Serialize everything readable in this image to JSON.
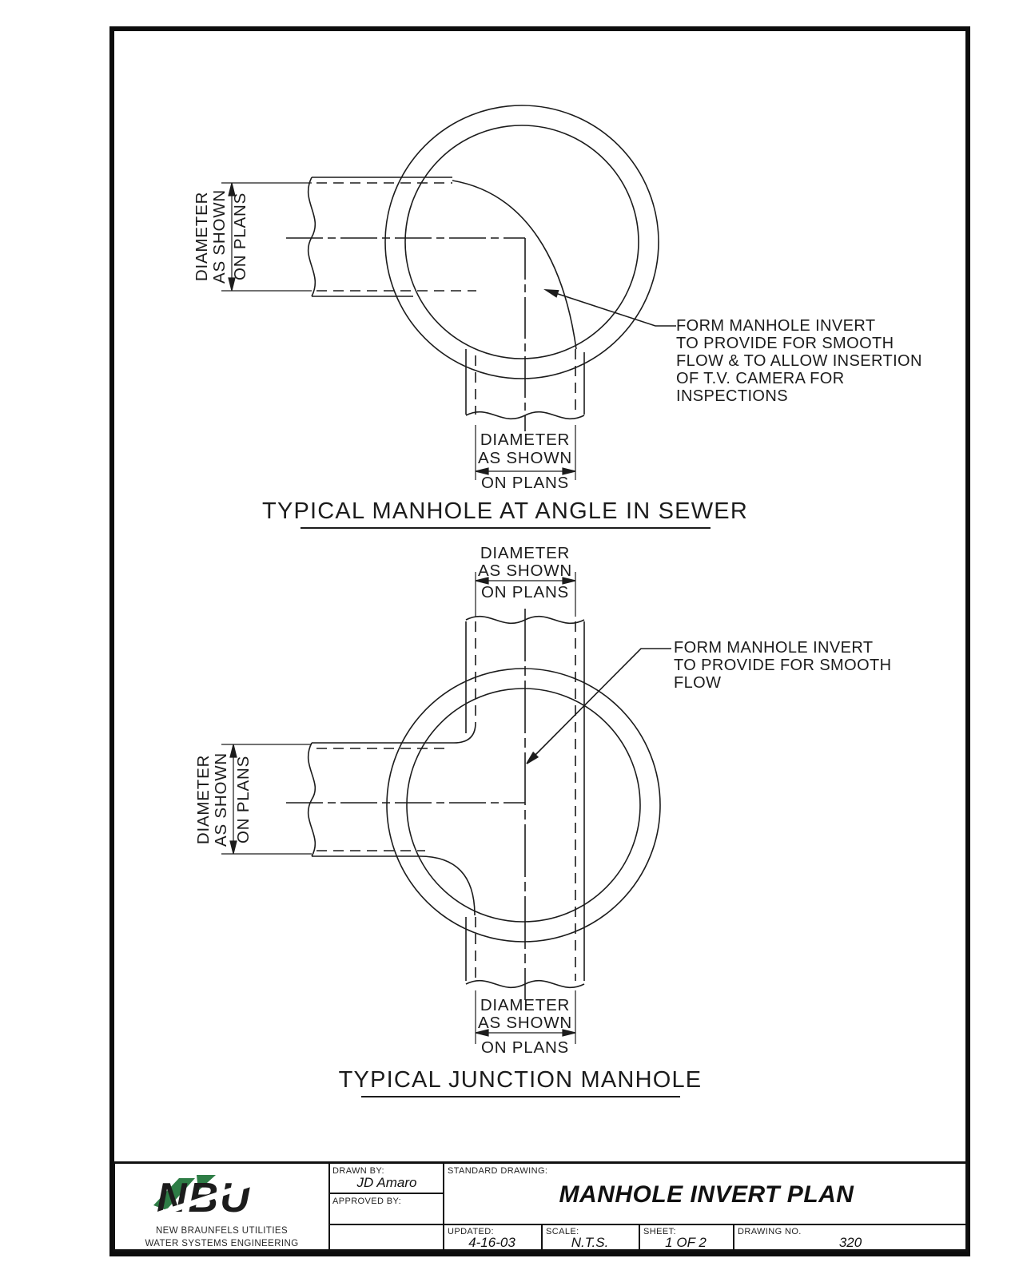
{
  "drawing": {
    "dim_label": {
      "line1": "DIAMETER",
      "line2": "AS SHOWN",
      "line3": "ON PLANS"
    },
    "figure1": {
      "title": "TYPICAL MANHOLE AT ANGLE IN SEWER",
      "note_line1": "FORM MANHOLE INVERT",
      "note_line2": "TO PROVIDE FOR SMOOTH",
      "note_line3": "FLOW & TO ALLOW INSERTION",
      "note_line4": "OF T.V. CAMERA FOR",
      "note_line5": "INSPECTIONS"
    },
    "figure2": {
      "title": "TYPICAL JUNCTION MANHOLE",
      "note_line1": "FORM MANHOLE INVERT",
      "note_line2": "TO PROVIDE FOR SMOOTH",
      "note_line3": "FLOW"
    }
  },
  "title_block": {
    "logo_text": "NBU",
    "org_line1": "NEW BRAUNFELS UTILITIES",
    "org_line2": "WATER SYSTEMS ENGINEERING",
    "drawn_by_label": "DRAWN BY:",
    "drawn_by_value": "JD Amaro",
    "approved_by_label": "APPROVED BY:",
    "standard_drawing_label": "STANDARD DRAWING:",
    "drawing_title": "MANHOLE INVERT PLAN",
    "updated_label": "UPDATED:",
    "updated_value": "4-16-03",
    "scale_label": "SCALE:",
    "scale_value": "N.T.S.",
    "sheet_label": "SHEET:",
    "sheet_value": "1 OF 2",
    "drawing_no_label": "DRAWING NO.",
    "drawing_no_value": "320"
  },
  "colors": {
    "line": "#1c1c1c",
    "logo_navy": "#21217d",
    "logo_green": "#2e7d46"
  }
}
